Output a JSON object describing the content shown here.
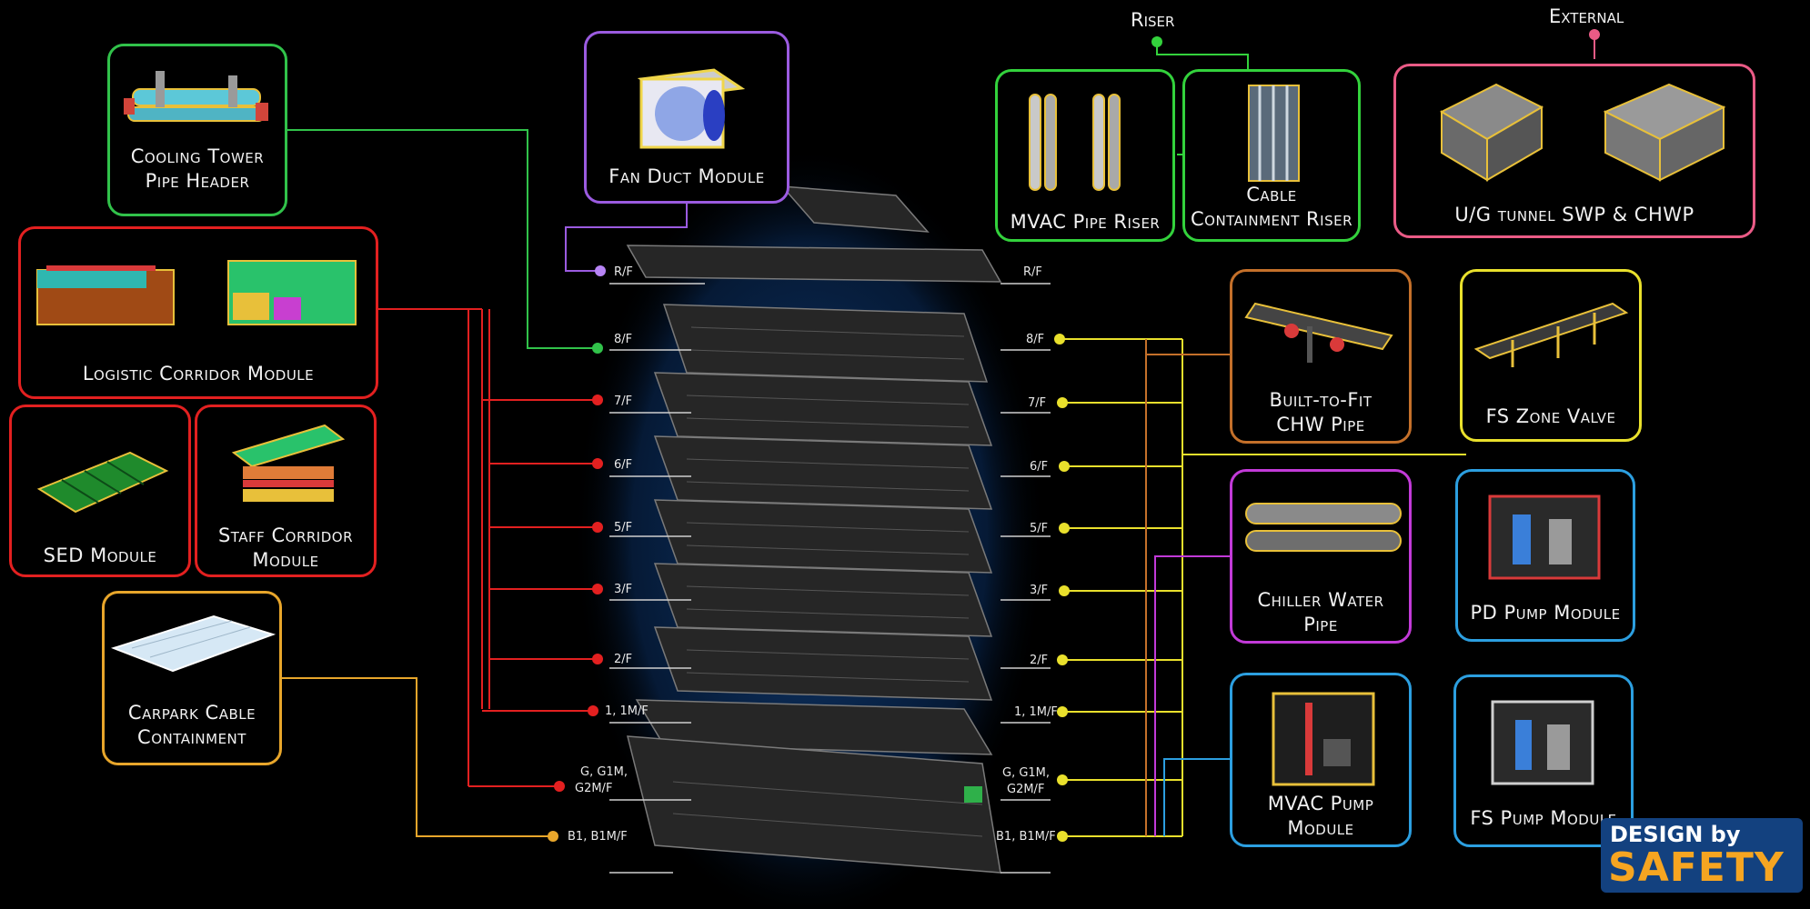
{
  "top_labels": {
    "riser": "Riser",
    "external": "External"
  },
  "modules": {
    "cooling_tower": {
      "line1": "Cooling Tower",
      "line2": "Pipe Header",
      "color": "#31c24a"
    },
    "fan_duct": {
      "line1": "Fan Duct Module",
      "color": "#9b5be0"
    },
    "logistic": {
      "line1": "Logistic Corridor Module",
      "color": "#e32020"
    },
    "sed": {
      "line1": "SED Module",
      "color": "#e32020"
    },
    "staff": {
      "line1": "Staff Corridor",
      "line2": "Module",
      "color": "#e32020"
    },
    "carpark": {
      "line1": "Carpark Cable",
      "line2": "Containment",
      "color": "#e8a62b"
    },
    "mvac_riser": {
      "line1": "MVAC Pipe Riser",
      "color": "#33d23c"
    },
    "cable_riser": {
      "line1": "Cable",
      "line2": "Containment Riser",
      "color": "#33d23c"
    },
    "ug_tunnel": {
      "line1": "U/G tunnel SWP & CHWP",
      "color": "#ea5b86"
    },
    "built_to_fit": {
      "line1": "Built-to-Fit",
      "line2": "CHW Pipe",
      "color": "#c4702a"
    },
    "fs_zone": {
      "line1": "FS Zone Valve",
      "color": "#e9e02c"
    },
    "chiller": {
      "line1": "Chiller Water",
      "line2": "Pipe",
      "color": "#c23ad8"
    },
    "pd_pump": {
      "line1": "PD Pump Module",
      "color": "#2c9fe0"
    },
    "mvac_pump": {
      "line1": "MVAC Pump",
      "line2": "Module",
      "color": "#2c9fe0"
    },
    "fs_pump": {
      "line1": "FS Pump Module",
      "color": "#2c9fe0"
    }
  },
  "floors_left": [
    "R/F",
    "8/F",
    "7/F",
    "6/F",
    "5/F",
    "3/F",
    "2/F",
    "1, 1M/F",
    "G, G1M,",
    "G2M/F",
    "B1, B1M/F"
  ],
  "floors_right": [
    "R/F",
    "8/F",
    "7/F",
    "6/F",
    "5/F",
    "3/F",
    "2/F",
    "1, 1M/F",
    "G, G1M,",
    "G2M/F",
    "B1, B1M/F"
  ],
  "logo": {
    "line1": "DESIGN by",
    "line2": "SAFETY"
  }
}
